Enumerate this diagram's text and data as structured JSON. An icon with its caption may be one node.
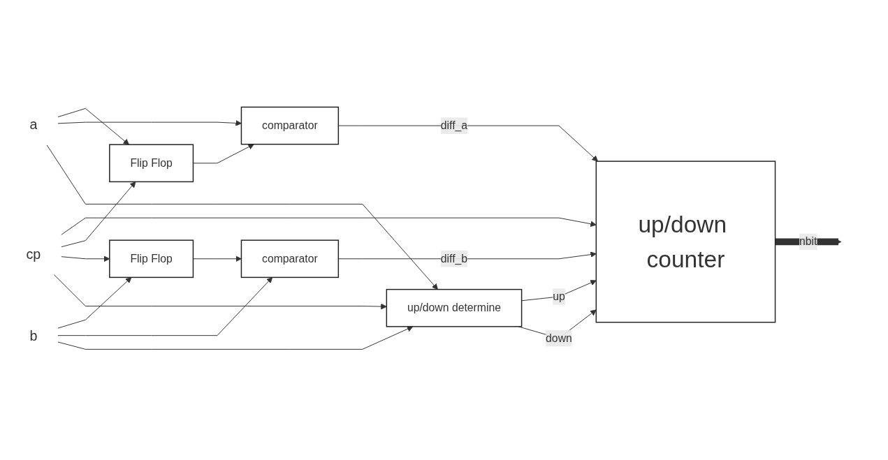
{
  "diagram": {
    "nodes": [
      {
        "text": [
          "cp"
        ]
      },
      {
        "text": [
          "a"
        ]
      },
      {
        "text": [
          "b"
        ]
      },
      {
        "text": [
          "Flip Flop"
        ]
      },
      {
        "text": [
          "comparator"
        ]
      },
      {
        "text": [
          "Flip Flop"
        ]
      },
      {
        "text": [
          "comparator"
        ]
      },
      {
        "text": [
          "up/down determine"
        ]
      },
      {
        "text": [
          "up/down counter"
        ]
      }
    ],
    "edges": [
      {
        "from": 0,
        "to": 8,
        "arrow": "to"
      },
      {
        "from": 0,
        "to": 3,
        "arrow": "to"
      },
      {
        "from": 1,
        "to": 3,
        "arrow": "to"
      },
      {
        "from": 1,
        "to": 4,
        "arrow": "to"
      },
      {
        "from": 3,
        "to": 4,
        "arrow": "to"
      },
      {
        "from": 4,
        "to": 8,
        "label": "diff_a",
        "arrow": "to"
      },
      {
        "from": 0,
        "to": 5,
        "arrow": "to"
      },
      {
        "from": 2,
        "to": 5,
        "arrow": "to"
      },
      {
        "from": 2,
        "to": 6,
        "arrow": "to"
      },
      {
        "from": 5,
        "to": 6,
        "arrow": "to"
      },
      {
        "from": 6,
        "to": 8,
        "label": "diff_b",
        "arrow": "to"
      },
      {
        "from": 1,
        "to": 7,
        "arrow": "to"
      },
      {
        "from": 0,
        "to": 7,
        "arrow": "to"
      },
      {
        "from": 2,
        "to": 7,
        "arrow": "to"
      },
      {
        "from": 7,
        "to": 8,
        "label": "up",
        "arrow": "to"
      },
      {
        "from": 7,
        "to": 8,
        "label": "down",
        "arrow": "to"
      },
      {
        "from": 8,
        "to": null,
        "label": "nbit",
        "arrow": "to",
        "style": "thick"
      }
    ]
  }
}
